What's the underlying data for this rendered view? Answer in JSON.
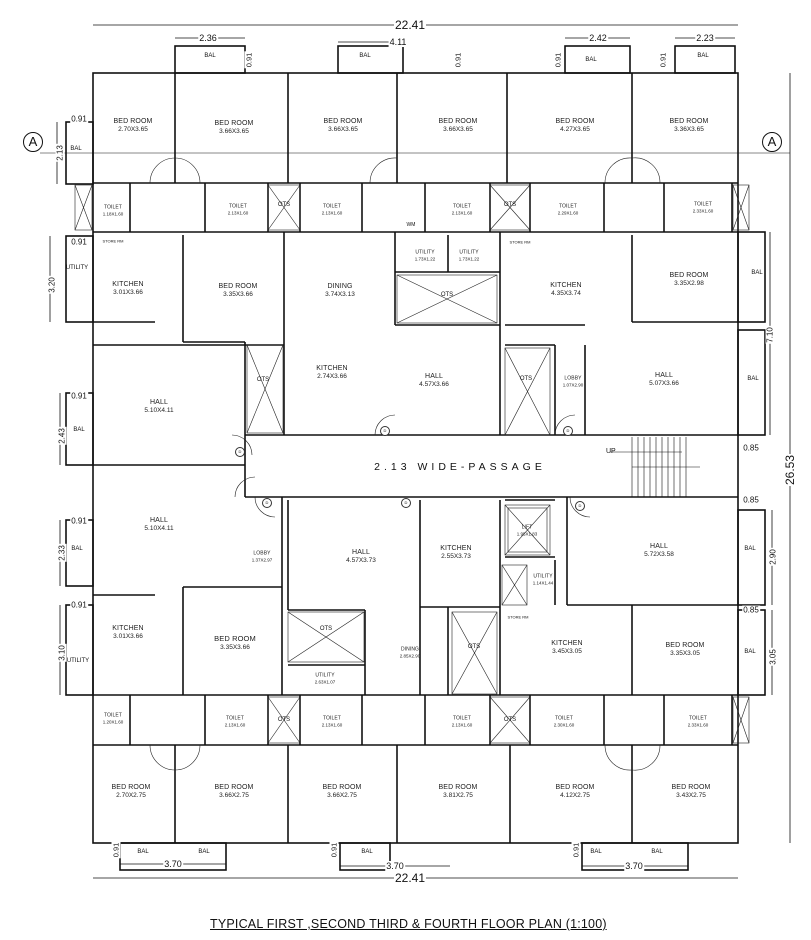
{
  "title": "TYPICAL FIRST ,SECOND  THIRD & FOURTH  FLOOR PLAN  (1:100)",
  "passage": "2.13 WIDE-PASSAGE",
  "stair_label": "UP",
  "axis_marker": "A",
  "dimensions": {
    "overall_width_top": "22.41",
    "overall_width_bottom": "22.41",
    "overall_height": "26.53",
    "top_balconies": [
      "2.36",
      "4.11",
      "2.42",
      "2.23"
    ],
    "bottom_balconies": [
      "3.70",
      "3.70",
      "3.70"
    ],
    "balcony_depth": "0.91",
    "left_side": [
      "0.91",
      "2.13",
      "0.91",
      "3.20",
      "0.91",
      "2.43",
      "0.91",
      "2.33",
      "0.91",
      "3.10"
    ],
    "right_side": [
      "7.10",
      "0.85",
      "0.85",
      "2.90",
      "0.85",
      "3.05"
    ]
  },
  "rooms": [
    {
      "name": "BED ROOM",
      "size": "2.70X3.65"
    },
    {
      "name": "BED ROOM",
      "size": "3.66X3.65"
    },
    {
      "name": "BED ROOM",
      "size": "3.66X3.65"
    },
    {
      "name": "BED ROOM",
      "size": "3.66X3.65"
    },
    {
      "name": "BED ROOM",
      "size": "4.27X3.65"
    },
    {
      "name": "BED ROOM",
      "size": "3.36X3.65"
    },
    {
      "name": "TOILET",
      "size": "1.18X1.60"
    },
    {
      "name": "TOILET",
      "size": "2.13X1.60"
    },
    {
      "name": "TOILET",
      "size": "2.13X1.60"
    },
    {
      "name": "TOILET",
      "size": "2.13X1.60"
    },
    {
      "name": "TOILET",
      "size": "2.29X1.60"
    },
    {
      "name": "TOILET",
      "size": "2.33X1.60"
    },
    {
      "name": "KITCHEN",
      "size": "3.01X3.66"
    },
    {
      "name": "BED ROOM",
      "size": "3.35X3.66"
    },
    {
      "name": "DINING",
      "size": "3.74X3.13"
    },
    {
      "name": "UTILITY",
      "size": "1.73X1.22"
    },
    {
      "name": "UTILITY",
      "size": "1.73X1.22"
    },
    {
      "name": "KITCHEN",
      "size": "4.35X3.74"
    },
    {
      "name": "BED ROOM",
      "size": "3.35X2.98"
    },
    {
      "name": "HALL",
      "size": "5.10X4.11"
    },
    {
      "name": "KITCHEN",
      "size": "2.74X3.66"
    },
    {
      "name": "HALL",
      "size": "4.57X3.66"
    },
    {
      "name": "LOBBY",
      "size": "1.07X2.90"
    },
    {
      "name": "HALL",
      "size": "5.07X3.66"
    },
    {
      "name": "HALL",
      "size": "5.10X4.11"
    },
    {
      "name": "LOBBY",
      "size": "1.37X2.97"
    },
    {
      "name": "HALL",
      "size": "4.57X3.73"
    },
    {
      "name": "KITCHEN",
      "size": "2.55X3.73"
    },
    {
      "name": "LIFT",
      "size": "1.95X1.83"
    },
    {
      "name": "UTILITY",
      "size": "1.14X1.44"
    },
    {
      "name": "HALL",
      "size": "5.72X3.58"
    },
    {
      "name": "KITCHEN",
      "size": "3.01X3.66"
    },
    {
      "name": "BED ROOM",
      "size": "3.35X3.66"
    },
    {
      "name": "UTILITY",
      "size": "2.63X1.07"
    },
    {
      "name": "DINING",
      "size": "2.85X2.90"
    },
    {
      "name": "KITCHEN",
      "size": "3.45X3.05"
    },
    {
      "name": "BED ROOM",
      "size": "3.35X3.05"
    },
    {
      "name": "TOILET",
      "size": "1.20X1.60"
    },
    {
      "name": "TOILET",
      "size": "2.13X1.60"
    },
    {
      "name": "TOILET",
      "size": "2.13X1.60"
    },
    {
      "name": "TOILET",
      "size": "2.13X1.60"
    },
    {
      "name": "TOILET",
      "size": "2.30X1.60"
    },
    {
      "name": "TOILET",
      "size": "2.33X1.60"
    },
    {
      "name": "BED ROOM",
      "size": "2.70X2.75"
    },
    {
      "name": "BED ROOM",
      "size": "3.66X2.75"
    },
    {
      "name": "BED ROOM",
      "size": "3.66X2.75"
    },
    {
      "name": "BED ROOM",
      "size": "3.81X2.75"
    },
    {
      "name": "BED ROOM",
      "size": "4.12X2.75"
    },
    {
      "name": "BED ROOM",
      "size": "3.43X2.75"
    }
  ],
  "small_labels": {
    "ots": "OTS",
    "bal": "BAL",
    "utility": "UTILITY",
    "store": "STORE RM",
    "wm": "WM",
    "door": "D",
    "window": "W",
    "dw": "DW"
  }
}
